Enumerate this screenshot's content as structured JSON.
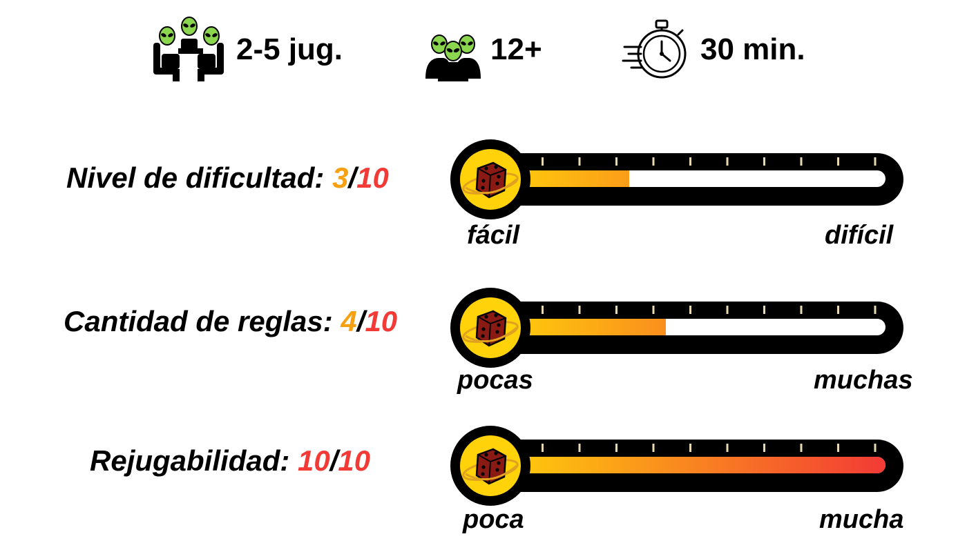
{
  "top": {
    "players": {
      "icon": "aliens-at-table-icon",
      "label": "2-5 jug."
    },
    "age": {
      "icon": "alien-group-icon",
      "label": "12+"
    },
    "time": {
      "icon": "stopwatch-icon",
      "label": "30 min."
    }
  },
  "ratings": [
    {
      "label": "Nivel de dificultad: ",
      "value": "3",
      "slash": "/",
      "max": "10",
      "fill": 0.3,
      "value_color": "#f7a012",
      "min_label": "fácil",
      "max_label": "difícil"
    },
    {
      "label": "Cantidad de reglas: ",
      "value": "4",
      "slash": "/",
      "max": "10",
      "fill": 0.4,
      "value_color": "#f7a012",
      "min_label": "pocas",
      "max_label": "muchas"
    },
    {
      "label": "Rejugabilidad: ",
      "value": "10",
      "slash": "/",
      "max": "10",
      "fill": 1.0,
      "value_color": "#f23a36",
      "min_label": "poca",
      "max_label": "mucha"
    }
  ],
  "colors": {
    "max_color": "#f23a36",
    "track": "#000000",
    "gauge_start": "#ffd20a",
    "gauge_end": "#f23a36"
  }
}
